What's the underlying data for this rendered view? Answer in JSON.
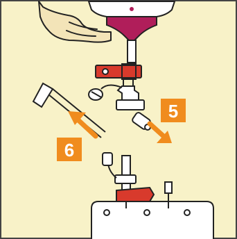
{
  "steps": [
    {
      "number": "5",
      "arrow_direction": "down-right",
      "color": "#f08c1e"
    },
    {
      "number": "6",
      "arrow_direction": "up-left",
      "color": "#f08c1e"
    }
  ],
  "colors": {
    "background": "#f8f2c8",
    "border": "#444444",
    "accent": "#f08c1e",
    "medication": "#b01e5a",
    "clamp": "#d83a2c",
    "hand": "#f3e4b8",
    "line": "#222222"
  },
  "icons": [
    "hand-icon",
    "cap-icon",
    "clamp-icon",
    "bag-icon",
    "spike-icon"
  ]
}
